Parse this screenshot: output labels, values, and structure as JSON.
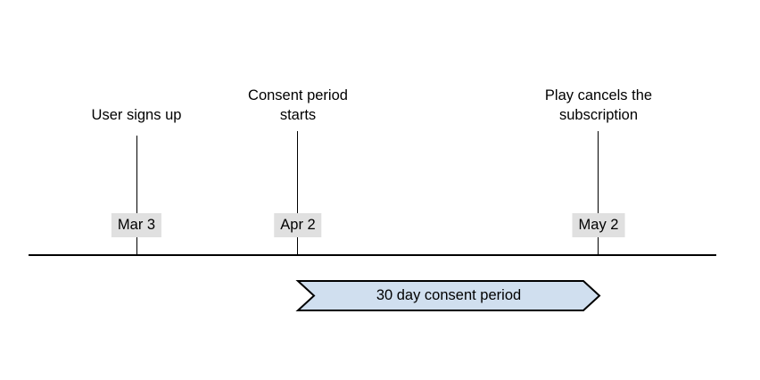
{
  "diagram": {
    "type": "timeline",
    "title": "",
    "axis": {
      "name": "timeline-axis",
      "color": "#000000"
    },
    "events": [
      {
        "id": "user-signs-up",
        "label": "User signs up",
        "date": "Mar 3",
        "chip_color": "#e0e0e0"
      },
      {
        "id": "consent-period-starts",
        "label": "Consent period\nstarts",
        "date": "Apr 2",
        "chip_color": "#e0e0e0"
      },
      {
        "id": "play-cancels-subscription",
        "label": "Play cancels the\nsubscription",
        "date": "May 2",
        "chip_color": "#e0e0e0"
      }
    ],
    "period_banner": {
      "label": "30 day consent period",
      "fill": "#d0dfef",
      "stroke": "#000000",
      "spans_from": "Apr 2",
      "spans_to": "May 2"
    }
  }
}
